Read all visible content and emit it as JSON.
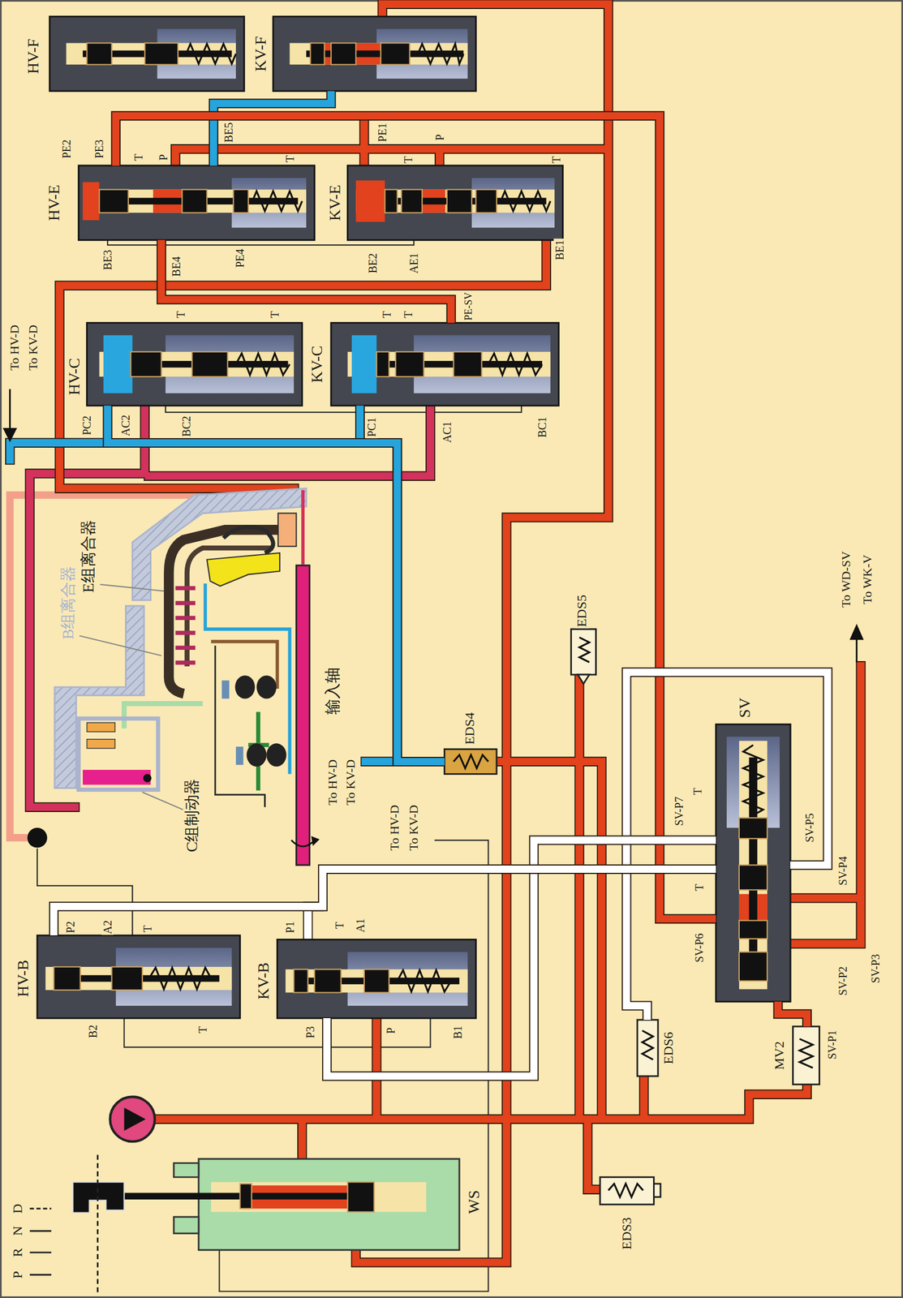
{
  "diagram": {
    "nodes": [
      {
        "text": [
          "HV-F"
        ]
      },
      {
        "text": [
          "KV-F"
        ]
      },
      {
        "text": [
          "HV-E"
        ]
      },
      {
        "text": [
          "KV-E"
        ]
      },
      {
        "text": [
          "HV-C"
        ]
      },
      {
        "text": [
          "KV-C"
        ]
      },
      {
        "text": [
          "HV-B"
        ]
      },
      {
        "text": [
          "KV-B"
        ]
      },
      {
        "text": [
          "SV"
        ]
      },
      {
        "text": [
          "WS"
        ]
      },
      {
        "text": [
          "EDS5"
        ]
      },
      {
        "text": [
          "EDS4"
        ]
      },
      {
        "text": [
          "EDS6"
        ]
      },
      {
        "text": [
          "MV2"
        ]
      },
      {
        "text": [
          "EDS3"
        ]
      }
    ],
    "edges": [
      {
        "from": 1,
        "to": 2,
        "arrow": "none"
      },
      {
        "from": 2,
        "to": 5,
        "arrow": "none"
      },
      {
        "from": 8,
        "to": 2,
        "arrow": "none"
      },
      {
        "from": 11,
        "to": 5,
        "arrow": "none"
      },
      {
        "from": 11,
        "to": 4,
        "arrow": "none"
      },
      {
        "from": 13,
        "to": 8,
        "arrow": "none"
      },
      {
        "from": 12,
        "to": 8,
        "arrow": "none"
      },
      {
        "from": 8,
        "to": 7,
        "arrow": "none"
      },
      {
        "from": 8,
        "to": 6,
        "arrow": "none"
      }
    ],
    "labels": [
      "PE2",
      "PE3",
      "T",
      "P",
      "BE5",
      "T",
      "PE1",
      "T",
      "P",
      "T",
      "BE3",
      "BE4",
      "PE4",
      "BE2",
      "AE1",
      "BE1",
      "T",
      "T",
      "T",
      "T",
      "PE-SV",
      "PC2",
      "AC2",
      "BC2",
      "PC1",
      "AC1",
      "BC1",
      "To HV-D",
      "To KV-D",
      "B组离合器",
      "E组离合器",
      "C组制动器",
      "输入轴",
      "To HV-D",
      "To KV-D",
      "To HV-D",
      "To KV-D",
      "To WD-SV",
      "To WK-V",
      "SV-P7",
      "T",
      "T",
      "SV-P5",
      "SV-P4",
      "SV-P6",
      "SV-P2",
      "SV-P3",
      "SV-P1",
      "P2",
      "A2",
      "T",
      "B2",
      "T",
      "P1",
      "T",
      "A1",
      "P3",
      "P",
      "B1",
      "P",
      "R",
      "N",
      "D"
    ]
  }
}
